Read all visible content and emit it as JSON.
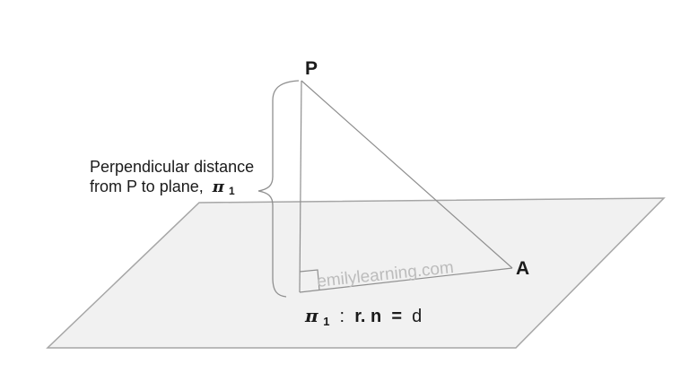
{
  "diagram": {
    "point_labels": {
      "p": "P",
      "a": "A"
    },
    "annotation": {
      "line1": "Perpendicular distance",
      "line2": "from P to plane, ",
      "pi": "π",
      "pi_sub": "1"
    },
    "equation": {
      "pi": "π",
      "pi_sub": "1",
      "colon": " : ",
      "rn": "r. n",
      "equals": " = ",
      "d": "d"
    },
    "watermark": "emilylearning.com",
    "colors": {
      "plane_fill": "#f1f1f1",
      "plane_stroke": "#a6a6a6",
      "line_stroke": "#8f8f8f",
      "label_text": "#1b1b1b",
      "watermark_text": "#bcbcbc"
    }
  }
}
